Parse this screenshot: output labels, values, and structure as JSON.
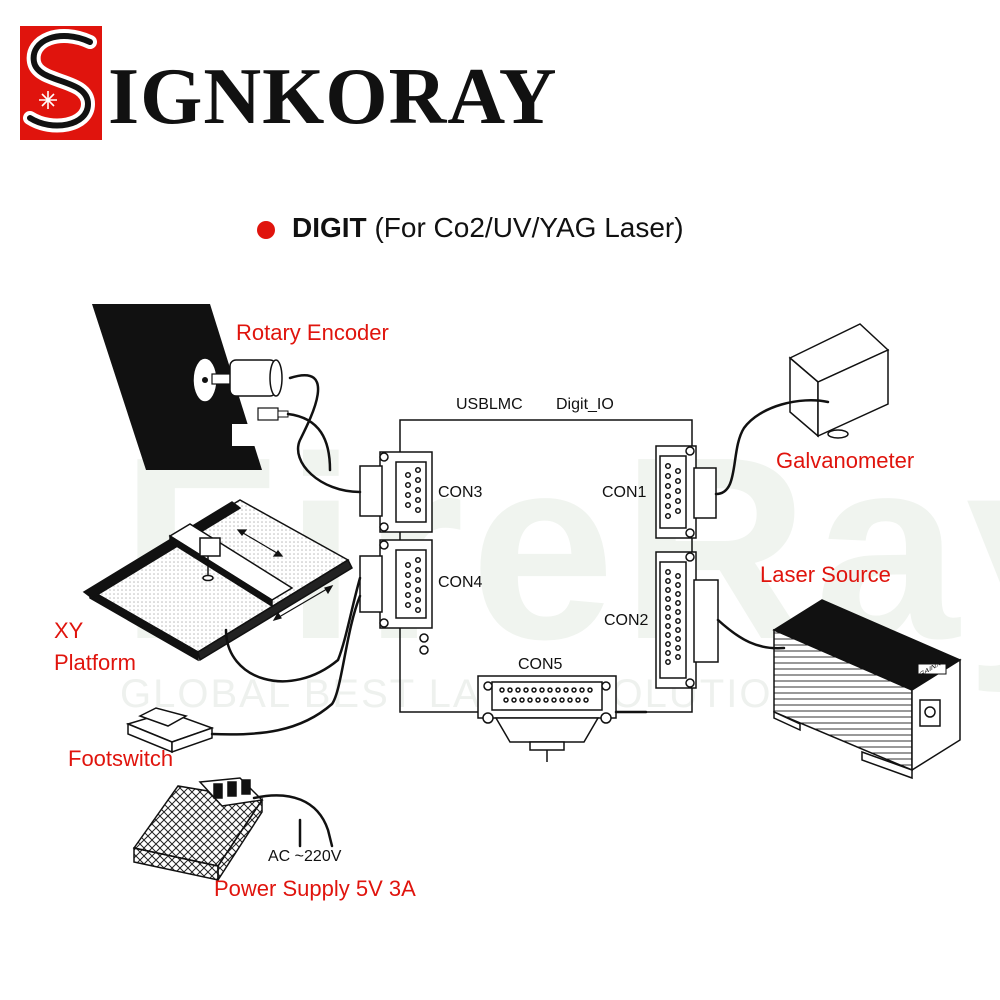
{
  "brand": {
    "initial": "S",
    "rest": "IGNKORAY",
    "color": "#e0140d"
  },
  "watermark": {
    "big": "FireRay",
    "small": "GLOBAL BEST LASER SOLUTION"
  },
  "title": {
    "bullet_color": "#e0140d",
    "strong": "DIGIT",
    "rest": " (For Co2/UV/YAG Laser)"
  },
  "board": {
    "label_left": "USBLMC",
    "label_right": "Digit_IO"
  },
  "connectors": {
    "con1": "CON1",
    "con2": "CON2",
    "con3": "CON3",
    "con4": "CON4",
    "con5": "CON5"
  },
  "devices": {
    "rotary_encoder": "Rotary Encoder",
    "galvanometer": "Galvanometer",
    "laser_source": "Laser Source",
    "xy_platform_line1": "XY",
    "xy_platform_line2": "Platform",
    "footswitch": "Footswitch",
    "power_supply": "Power Supply 5V 3A",
    "ac_label": "AC ~220V",
    "laser_brand": "GAINXT"
  },
  "colors": {
    "label_red": "#e0140d",
    "line": "#111111"
  }
}
